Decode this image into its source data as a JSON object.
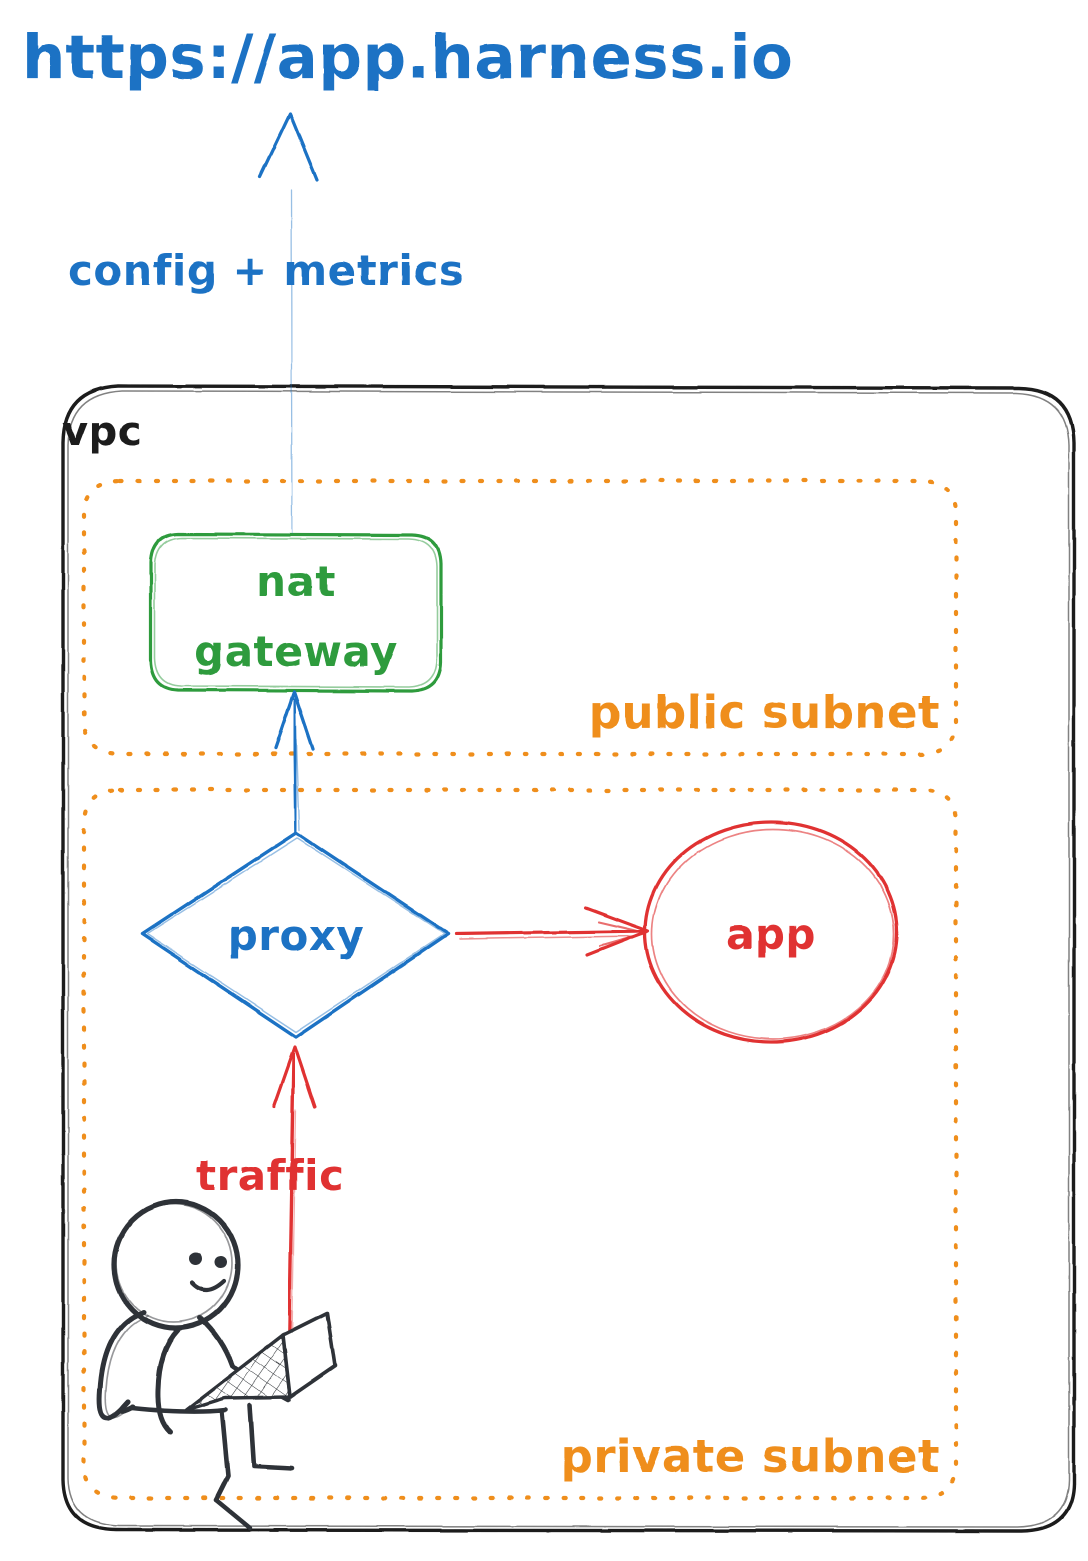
{
  "diagram": {
    "title_url": "https://app.harness.io",
    "colors": {
      "blue": "#1b72c4",
      "red": "#e03030",
      "green": "#2e9b3e",
      "orange": "#ef8e1b",
      "ink": "#2f3337"
    },
    "containers": {
      "vpc": {
        "label": "vpc",
        "color": "#1a1a1a"
      },
      "public_subnet": {
        "label": "public subnet",
        "color": "#ef8e1b"
      },
      "private_subnet": {
        "label": "private subnet",
        "color": "#ef8e1b"
      }
    },
    "nodes": {
      "nat_gateway": {
        "label_line1": "nat",
        "label_line2": "gateway",
        "shape": "rounded-rect",
        "color": "#2e9b3e"
      },
      "proxy": {
        "label": "proxy",
        "shape": "diamond",
        "color": "#1b72c4"
      },
      "app": {
        "label": "app",
        "shape": "ellipse",
        "color": "#e03030"
      },
      "user": {
        "label": "person-with-laptop",
        "shape": "stick-figure",
        "color": "#2f3337"
      }
    },
    "edges": {
      "config_metrics": {
        "label": "config + metrics",
        "color": "#1b72c4",
        "from": "nat gateway",
        "to": "https://app.harness.io"
      },
      "proxy_to_nat": {
        "label": "",
        "color": "#1b72c4",
        "from": "proxy",
        "to": "nat gateway"
      },
      "proxy_to_app": {
        "label": "",
        "color": "#e03030",
        "from": "proxy",
        "to": "app"
      },
      "user_to_proxy": {
        "label": "traffic",
        "color": "#e03030",
        "from": "user",
        "to": "proxy"
      }
    }
  }
}
